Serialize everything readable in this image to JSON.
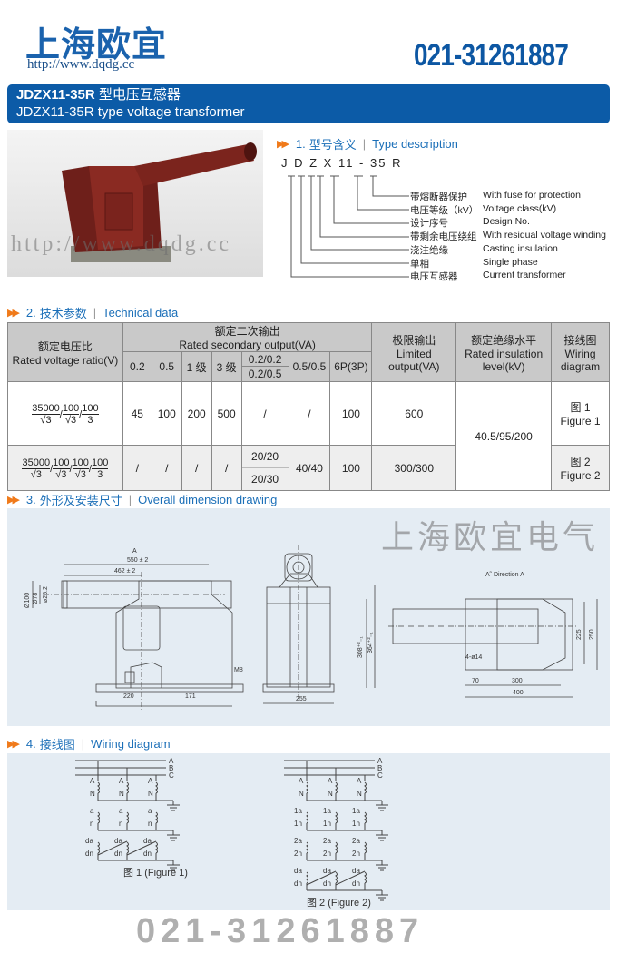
{
  "header": {
    "logo": "上海欧宜",
    "url": "http://www.dqdg.cc",
    "phone": "021-31261887"
  },
  "banner": {
    "model": "JDZX11-35R",
    "model_cn_suffix": "型电压互感器",
    "title_en": "JDZX11-35R type voltage transformer"
  },
  "colors": {
    "brand": "#0c5ba7",
    "accent_arrow": "#f07a1a",
    "section_text": "#1b6fb8",
    "panel_bg": "#e4ecf3",
    "table_header": "#c9c9c9"
  },
  "section1": {
    "num": "1.",
    "cn": "型号含义",
    "en": "Type description",
    "code": "J D Z X 11 -  35 R",
    "items": [
      {
        "cn": "带熔断器保护",
        "en": "With fuse for protection"
      },
      {
        "cn": "电压等级（kV）",
        "en": "Voltage class(kV)"
      },
      {
        "cn": "设计序号",
        "en": "Design No."
      },
      {
        "cn": "带剩余电压绕组",
        "en": "With residual voltage winding"
      },
      {
        "cn": "浇注绝缘",
        "en": "Casting insulation"
      },
      {
        "cn": "单相",
        "en": "Single phase"
      },
      {
        "cn": "电压互感器",
        "en": "Current transformer"
      }
    ]
  },
  "section2": {
    "num": "2.",
    "cn": "技术参数",
    "en": "Technical data",
    "headers": {
      "ratio_cn": "额定电压比",
      "ratio_en": "Rated voltage ratio(V)",
      "sec_cn": "额定二次输出",
      "sec_en": "Rated secondary output(VA)",
      "c02": "0.2",
      "c05": "0.5",
      "c1": "1 级",
      "c3": "3 级",
      "c0202": "0.2/0.2",
      "c0205": "0.2/0.5",
      "c0505": "0.5/0.5",
      "c6p": "6P(3P)",
      "lim_cn": "极限输出",
      "lim_en1": "Limited",
      "lim_en2": "output(VA)",
      "ins_cn": "额定绝缘水平",
      "ins_en1": "Rated insulation",
      "ins_en2": "level(kV)",
      "wir_cn": "接线图",
      "wir_en1": "Wiring",
      "wir_en2": "diagram"
    },
    "rows": [
      {
        "ratio": [
          {
            "n": "35000",
            "d": "√3"
          },
          {
            "n": "100",
            "d": "√3"
          },
          {
            "n": "100",
            "d": "3"
          }
        ],
        "c02": "45",
        "c05": "100",
        "c1": "200",
        "c3": "500",
        "c02x": "/",
        "c0505": "/",
        "c6p": "100",
        "limited": "600",
        "wiring_cn": "图 1",
        "wiring_en": "Figure 1"
      },
      {
        "ratio": [
          {
            "n": "35000",
            "d": "√3"
          },
          {
            "n": "100",
            "d": "√3"
          },
          {
            "n": "100",
            "d": "√3"
          },
          {
            "n": "100",
            "d": "3"
          }
        ],
        "c02": "/",
        "c05": "/",
        "c1": "/",
        "c3": "/",
        "c02x_a": "20/20",
        "c02x_b": "20/30",
        "c0505": "40/40",
        "c6p": "100",
        "limited": "300/300",
        "wiring_cn": "图 2",
        "wiring_en": "Figure 2"
      }
    ],
    "insulation": "40.5/95/200"
  },
  "section3": {
    "num": "3.",
    "cn": "外形及安装尺寸",
    "en": "Overall dimension drawing",
    "dims": {
      "arrowA": "A",
      "d550": "550 ± 2",
      "d462": "462 ± 2",
      "d100": "Ø100",
      "d78": "Ø78",
      "d25": "ø25.2",
      "m8": "M8",
      "d220": "220",
      "d171": "171",
      "d255": "255",
      "d308": "308⁺²₋₁",
      "d364": "364⁺²₋₁",
      "dirA": "A˜   Direction A",
      "d225": "225",
      "d250": "250",
      "d4": "4-ø14",
      "d70": "70",
      "d300": "300",
      "d400": "400"
    }
  },
  "section4": {
    "num": "4.",
    "cn": "接线图",
    "en": "Wiring diagram",
    "bus": [
      "A",
      "B",
      "C"
    ],
    "fig1": "图 1 (Figure 1)",
    "fig2": "图 2 (Figure 2)",
    "fig1_terms": [
      [
        "A",
        "N"
      ],
      [
        "a",
        "n"
      ],
      [
        "da",
        "dn"
      ]
    ],
    "fig2_terms": [
      [
        "A",
        "N"
      ],
      [
        "1a",
        "1n"
      ],
      [
        "2a",
        "2n"
      ],
      [
        "da",
        "dn"
      ]
    ]
  },
  "watermarks": {
    "url": "http://www.dqdg.cc",
    "company": "上海欧宜电气",
    "phone": "021-31261887"
  }
}
